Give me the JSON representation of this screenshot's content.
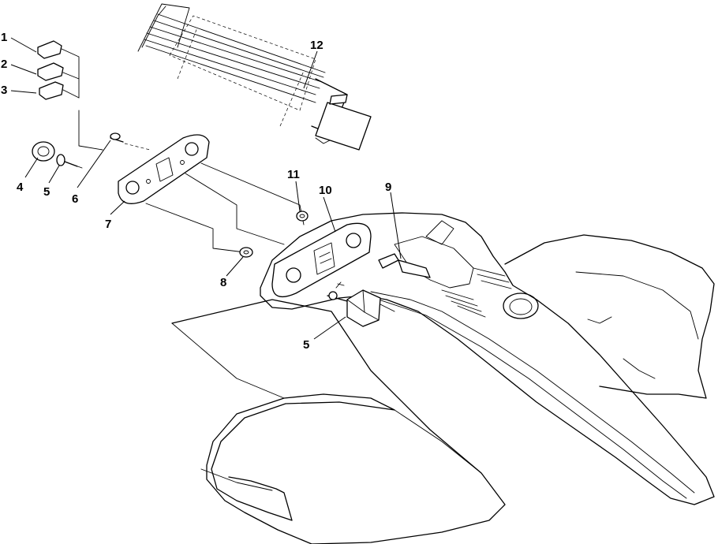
{
  "diagram": {
    "callouts": {
      "c1": "1",
      "c2": "2",
      "c3": "3",
      "c4": "4",
      "c5a": "5",
      "c6": "6",
      "c7": "7",
      "c8": "8",
      "c5b": "5",
      "c9": "9",
      "c10": "10",
      "c11": "11",
      "c12": "12"
    }
  }
}
